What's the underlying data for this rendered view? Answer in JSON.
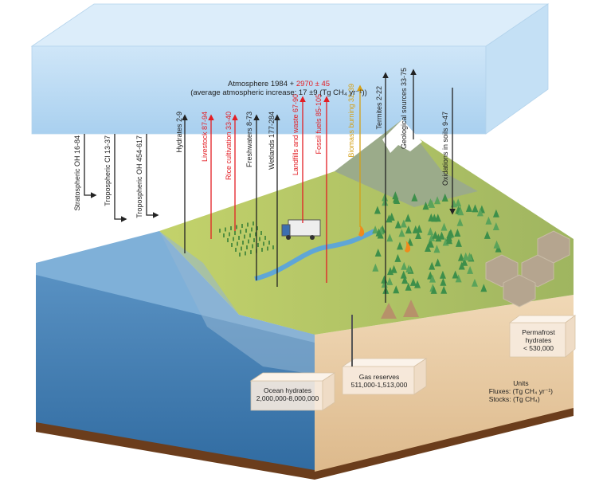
{
  "atmosphere": {
    "line1_prefix": "Atmosphere 1984 + ",
    "line1_red": "2970 ± 45",
    "line2": "(average atmospheric increase: 17 ±9 (Tg CH₄ yr⁻¹))"
  },
  "sinks": [
    {
      "label": "Stratospheric OH 16-84",
      "color": "#222222"
    },
    {
      "label": "Tropospheric Cl 13-37",
      "color": "#222222"
    },
    {
      "label": "Tropospheric OH 454-617",
      "color": "#222222"
    },
    {
      "label": "Oxidations in soils 9-47",
      "color": "#222222"
    }
  ],
  "natural_sources": [
    {
      "label": "Hydrates 2-9",
      "color": "#222222"
    },
    {
      "label": "Freshwaters 8-73",
      "color": "#222222"
    },
    {
      "label": "Wetlands 177-284",
      "color": "#222222"
    },
    {
      "label": "Termites 2-22",
      "color": "#222222"
    },
    {
      "label": "Geological sources 33-75",
      "color": "#222222"
    }
  ],
  "anthropogenic_sources": [
    {
      "label": "Livestock 87-94",
      "color": "#e31e24"
    },
    {
      "label": "Rice cultivation 33-40",
      "color": "#e31e24"
    },
    {
      "label": "Landfills and waste 67-90",
      "color": "#e31e24"
    },
    {
      "label": "Fossil fuels 85-105",
      "color": "#e31e24"
    }
  ],
  "mixed_sources": [
    {
      "label": "Biomass burning 32-39",
      "color": "#d4a017"
    }
  ],
  "stocks": {
    "ocean": {
      "title": "Ocean hydrates",
      "value": "2,000,000-8,000,000"
    },
    "gas": {
      "title": "Gas reserves",
      "value": "511,000-1,513,000"
    },
    "permafrost": {
      "title": "Permafrost hydrates",
      "line1": "Permafrost",
      "line2": "hydrates",
      "value": "< 530,000"
    }
  },
  "units": {
    "title": "Units",
    "fluxes": "Fluxes: (Tg CH₄ yr⁻¹)",
    "stocks": "Stocks: (Tg CH₄)"
  },
  "colors": {
    "natural": "#222222",
    "anthropogenic": "#e31e24",
    "biomass": "#d4a017",
    "atmosphere": "#b9dbf3",
    "ocean": "#4d86b8",
    "land": "#b7c96a",
    "soil": "#e7c9a0"
  }
}
